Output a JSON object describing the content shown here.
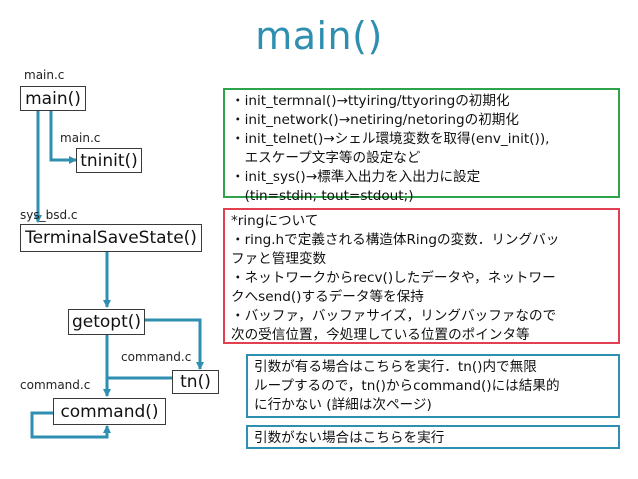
{
  "title": "main()",
  "functions": {
    "main": "main()",
    "tninit": "tninit()",
    "terminal_save_state": "TerminalSaveState()",
    "getopt": "getopt()",
    "tn": "tn()",
    "command": "command()"
  },
  "file_labels": {
    "main_file": "main.c",
    "tninit_file": "main.c",
    "terminal_file": "sys_bsd.c",
    "tn_file": "command.c",
    "command_file": "command.c"
  },
  "notes": {
    "init_note": [
      "・init_termnal()→ttyiring/ttyoringの初期化",
      "・init_network()→netiring/netoringの初期化",
      "・init_telnet()→シェル環境変数を取得(env_init()),",
      "　エスケープ文字等の設定など",
      "・init_sys()→標準入出力を入出力に設定",
      "　(tin=stdin; tout=stdout;)"
    ],
    "ring_note": [
      "*ringについて",
      "・ring.hで定義される構造体Ringの変数．リングバッ",
      "ファと管理変数",
      "・ネットワークからrecv()したデータや，ネットワー",
      "クへsend()するデータ等を保持",
      "・バッファ，バッファサイズ，リングバッファなので",
      "次の受信位置，今処理している位置のポインタ等"
    ],
    "with_args_note": [
      "引数が有る場合はこちらを実行．tn()内で無限",
      "ループするので，tn()からcommand()には結果的",
      "に行かない (詳細は次ページ)"
    ],
    "no_args_note": [
      "引数がない場合はこちらを実行"
    ]
  },
  "colors": {
    "title": "#2e8fb0",
    "connector": "#2e8fb0",
    "green_border": "#2fa34a",
    "red_border": "#e04050",
    "blue_border": "#2e8fb0"
  }
}
